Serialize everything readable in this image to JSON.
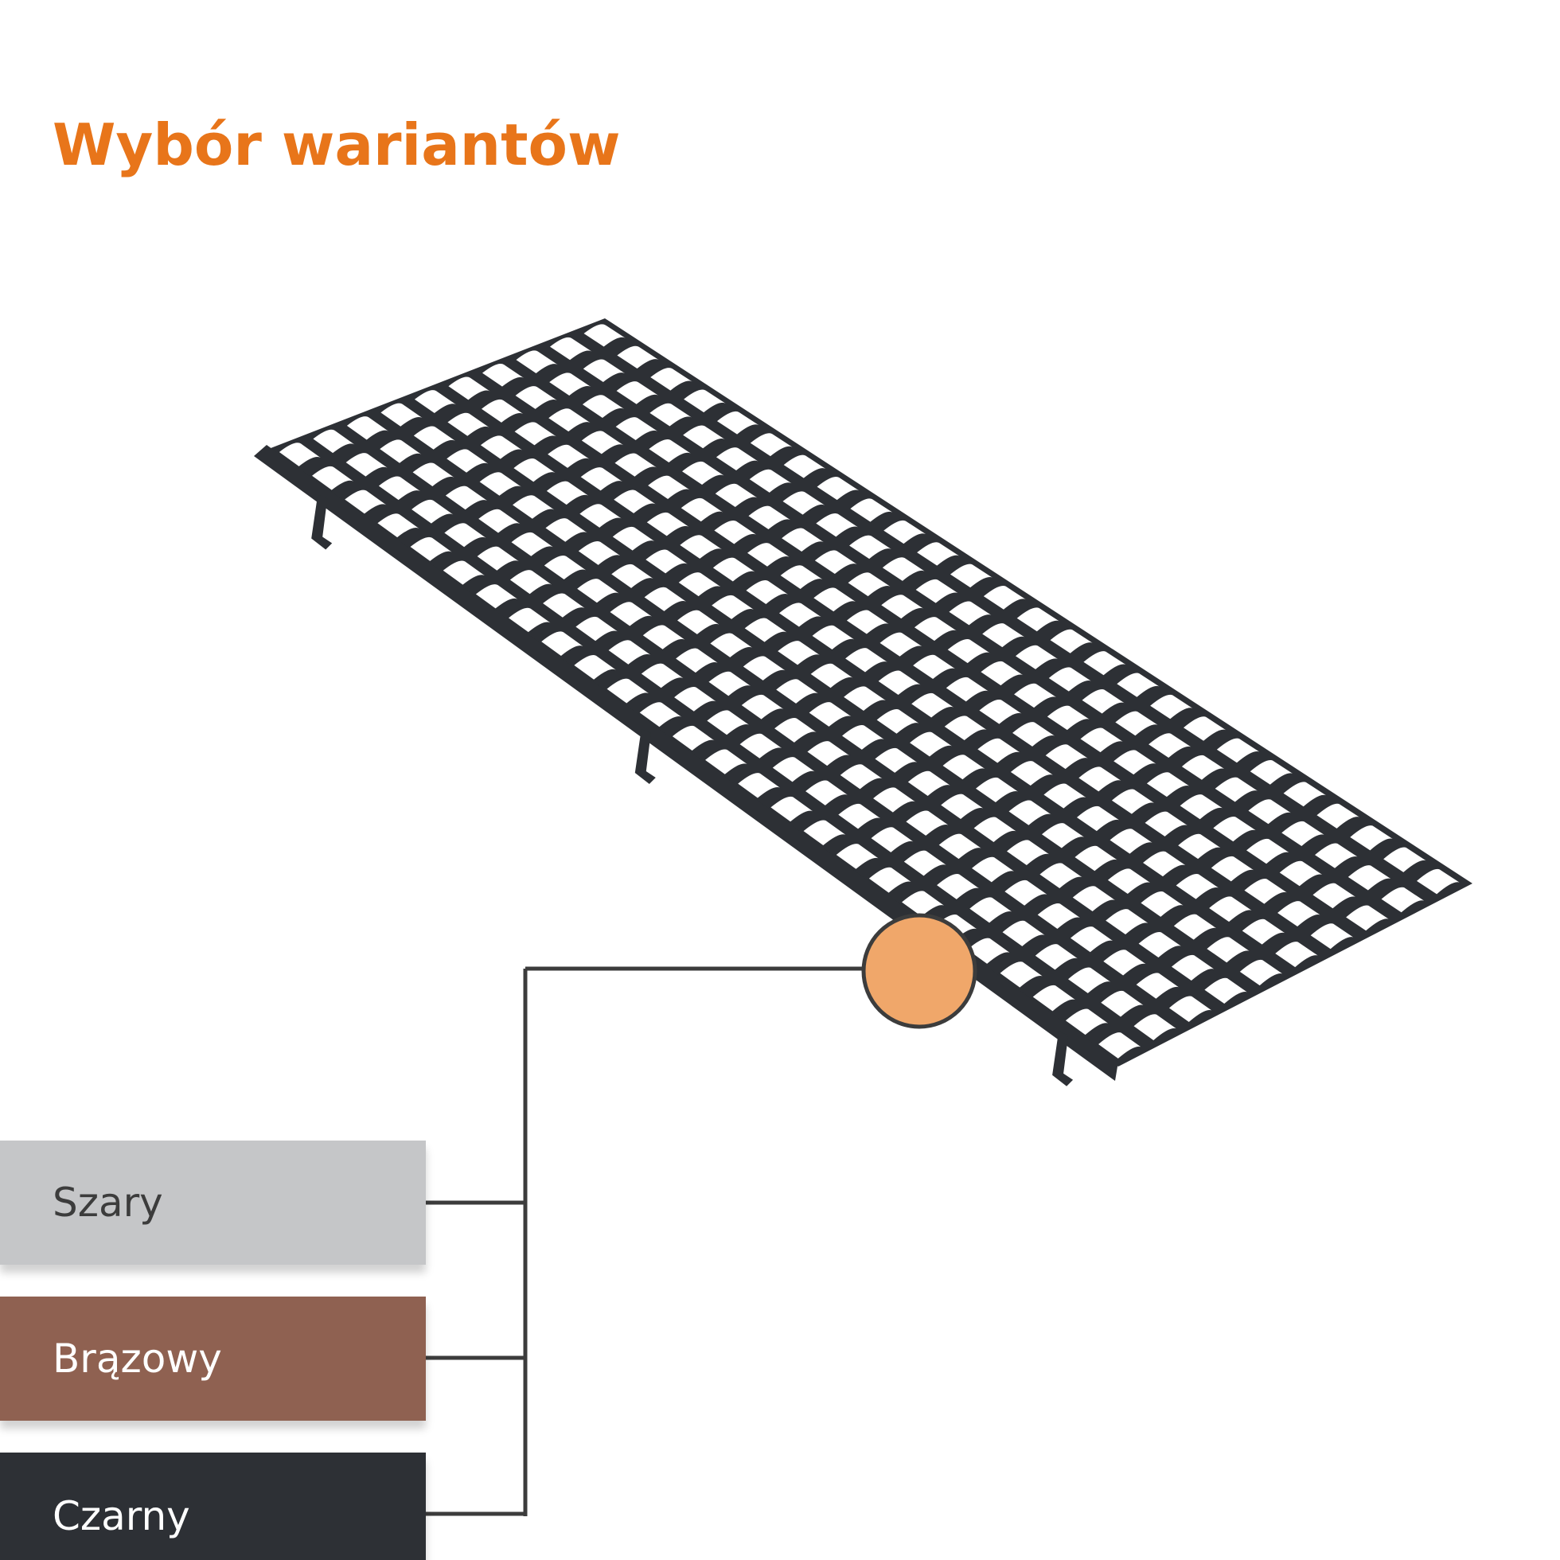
{
  "title": "Wybór wariantów",
  "colors": {
    "accent": "#e8751a",
    "highlight": "#f0a76a",
    "product": "#2d3035",
    "connector": "#3c3c3c"
  },
  "product": {
    "icon": "gutter-guard-grate-icon"
  },
  "variants": [
    {
      "label": "Szary",
      "background": "#c5c6c8",
      "text_color": "#3c3c3c"
    },
    {
      "label": "Brązowy",
      "background": "#8f6151",
      "text_color": "#ffffff"
    },
    {
      "label": "Czarny",
      "background": "#2d3035",
      "text_color": "#ffffff"
    }
  ]
}
